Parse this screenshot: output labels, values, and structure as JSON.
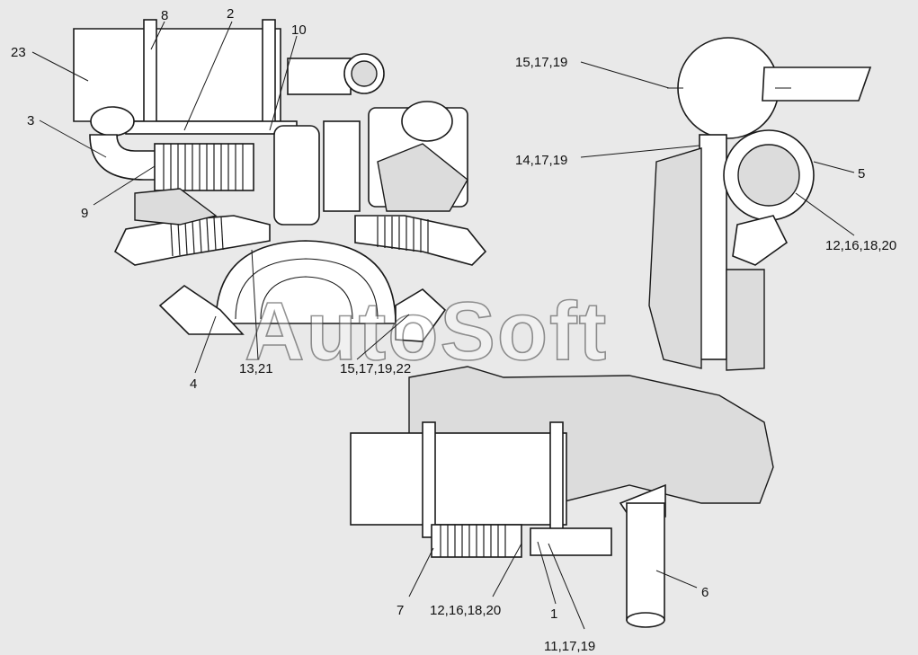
{
  "watermark": "AutoSoft",
  "callouts": [
    {
      "id": "c8",
      "text": "8"
    },
    {
      "id": "c2",
      "text": "2"
    },
    {
      "id": "c10",
      "text": "10"
    },
    {
      "id": "c23",
      "text": "23"
    },
    {
      "id": "c3",
      "text": "3"
    },
    {
      "id": "c9",
      "text": "9"
    },
    {
      "id": "c4",
      "text": "4"
    },
    {
      "id": "c1321",
      "text": "13,21"
    },
    {
      "id": "c15171922",
      "text": "15,17,19,22"
    },
    {
      "id": "c151719a",
      "text": "15,17,19"
    },
    {
      "id": "c141719",
      "text": "14,17,19"
    },
    {
      "id": "c5",
      "text": "5"
    },
    {
      "id": "c12161820a",
      "text": "12,16,18,20"
    },
    {
      "id": "c7",
      "text": "7"
    },
    {
      "id": "c12161820b",
      "text": "12,16,18,20"
    },
    {
      "id": "c1",
      "text": "1"
    },
    {
      "id": "c111719",
      "text": "11,17,19"
    },
    {
      "id": "c6",
      "text": "6"
    }
  ]
}
